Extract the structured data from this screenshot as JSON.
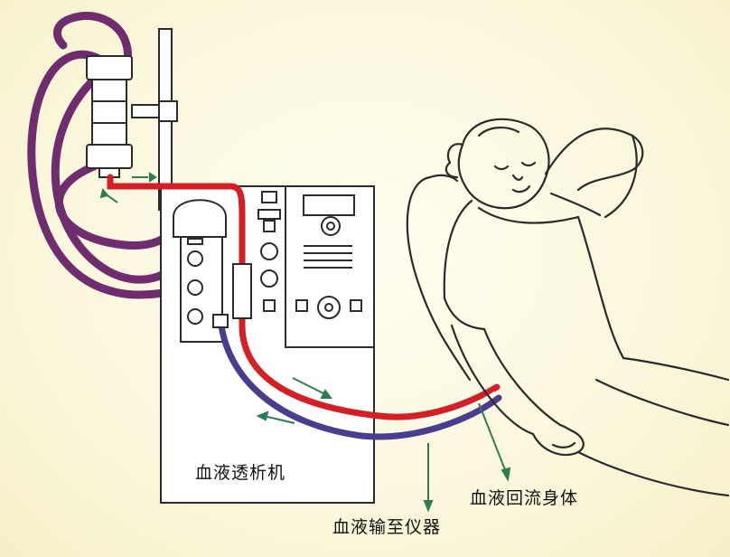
{
  "labels": {
    "machine": "血液透析机",
    "return_to_body": "血液回流身体",
    "to_device": "血液输至仪器"
  },
  "colors": {
    "red_tube": "#d41f27",
    "blue_tube": "#4a3d8f",
    "purple_tube": "#6f2c6e",
    "arrow_green": "#2e7d4f",
    "outline": "#2b2b2b"
  }
}
